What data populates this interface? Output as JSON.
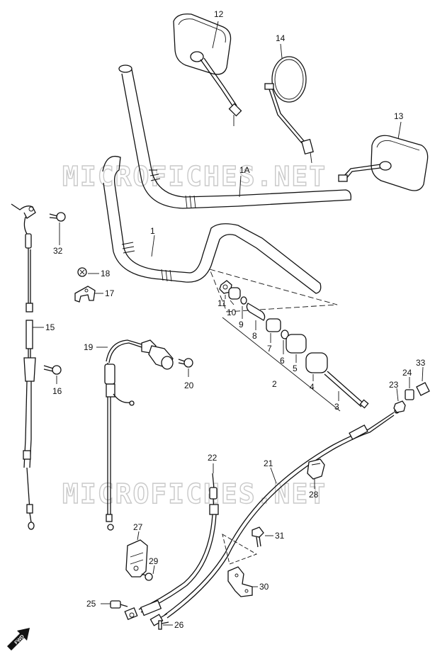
{
  "watermark": "MICROFICHES.NET",
  "fwd_label": "FWD",
  "callouts": {
    "c1": "1",
    "c1a": "1A",
    "c2": "2",
    "c3": "3",
    "c4": "4",
    "c5": "5",
    "c6": "6",
    "c7": "7",
    "c8": "8",
    "c9": "9",
    "c10": "10",
    "c11": "11",
    "c12": "12",
    "c13": "13",
    "c14": "14",
    "c15": "15",
    "c16": "16",
    "c17": "17",
    "c18": "18",
    "c19": "19",
    "c20": "20",
    "c21": "21",
    "c22": "22",
    "c23": "23",
    "c24": "24",
    "c25": "25",
    "c26": "26",
    "c27": "27",
    "c28": "28",
    "c29": "29",
    "c30": "30",
    "c31": "31",
    "c32": "32",
    "c33": "33"
  }
}
